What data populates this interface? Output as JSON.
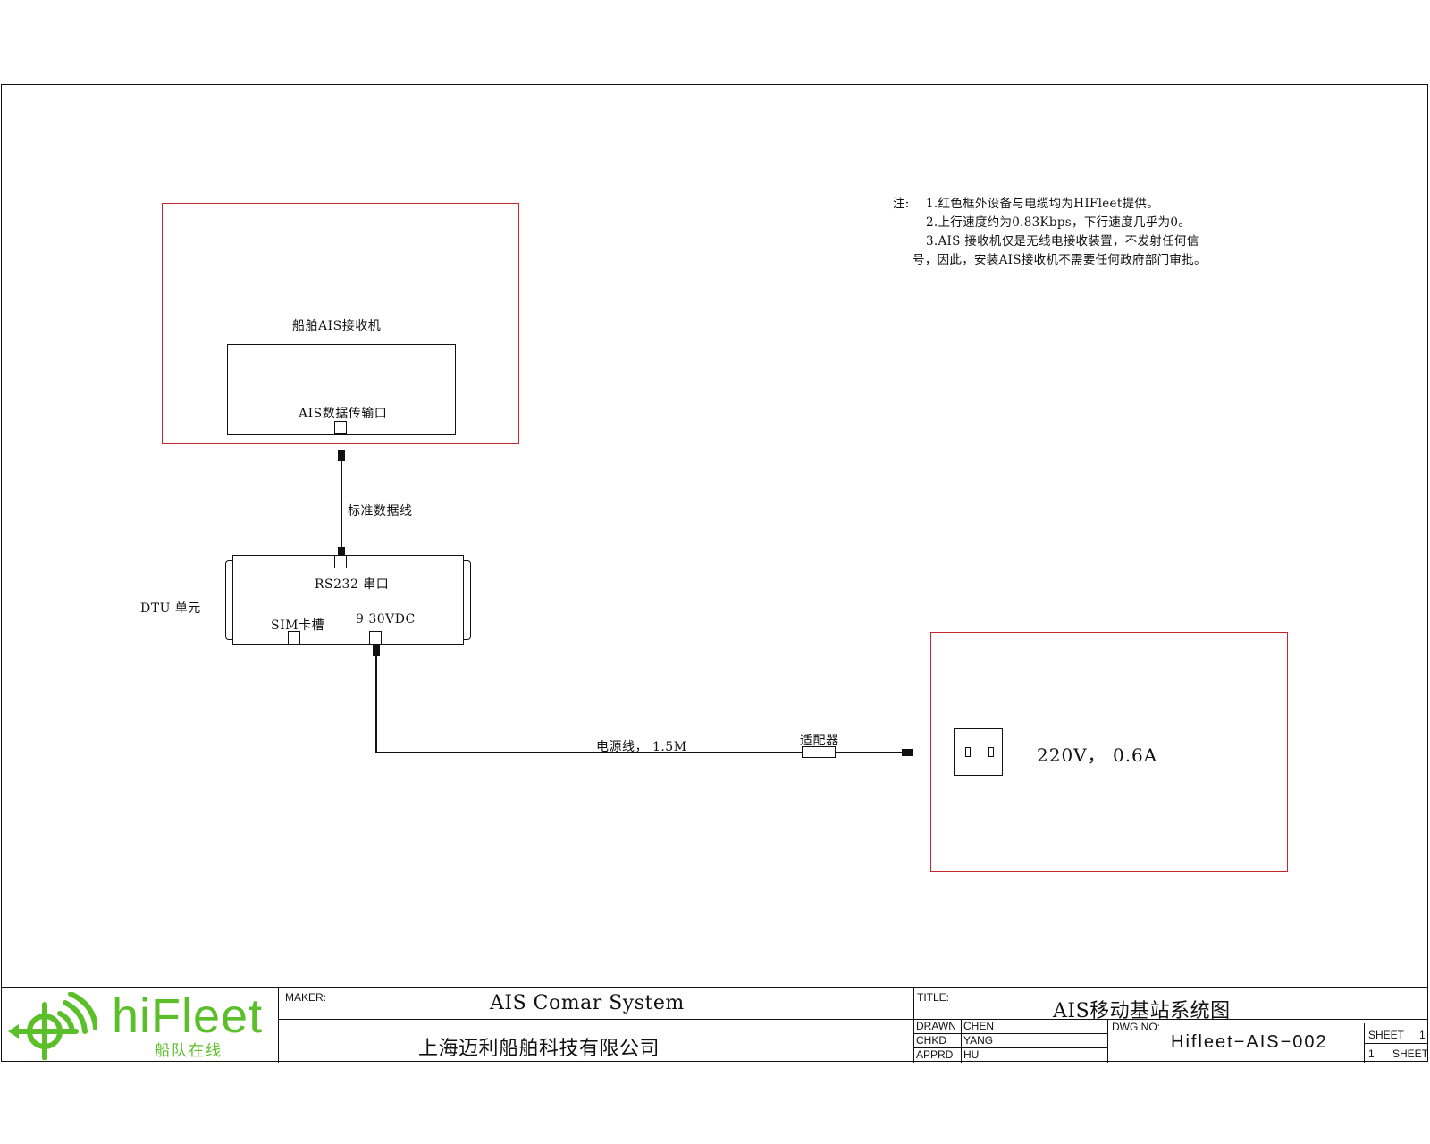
{
  "notes": {
    "prefix": "注:",
    "lines": [
      "1.红色框外设备与电缆均为HIFleet提供。",
      "2.上行速度约为0.83Kbps，下行速度几乎为0。",
      "3.AIS 接收机仅是无线电接收装置，不发射任何信",
      "号，因此，安装AIS接收机不需要任何政府部门审批。"
    ]
  },
  "ais_receiver": {
    "title": "船舶AIS接收机",
    "port_label": "AIS数据传输口"
  },
  "cable_data": {
    "label": "标准数据线"
  },
  "dtu": {
    "side_label": "DTU 单元",
    "rs232_label": "RS232 串口",
    "sim_label": "SIM卡槽",
    "power_label": "9 30VDC"
  },
  "cable_power": {
    "label": "电源线， 1.5M",
    "adapter_label": "适配器"
  },
  "power_supply": {
    "label": "220V， 0.6A"
  },
  "colors": {
    "frame_red": "#c8262e",
    "logo_green": "#5bbf2a",
    "ink": "#111111"
  },
  "title_block": {
    "logo": {
      "brand": "hiFleet",
      "tagline": "船队在线",
      "icon": "antenna-signal-logo-icon"
    },
    "maker_label": "MAKER:",
    "maker_value": "AIS Comar System",
    "company": "上海迈利船舶科技有限公司",
    "title_label": "TITLE:",
    "title_value": "AIS移动基站系统图",
    "drawn_label": "DRAWN",
    "drawn_value": "CHEN",
    "chkd_label": "CHKD",
    "chkd_value": "YANG",
    "apprd_label": "APPRD",
    "apprd_value": "HU",
    "dwg_label": "DWG.NO:",
    "dwg_value": "Hifleet−AIS−002",
    "sheet_label": "SHEET",
    "sheet_num": "1",
    "sheet_of": "1",
    "sheet_label2": "SHEET"
  }
}
